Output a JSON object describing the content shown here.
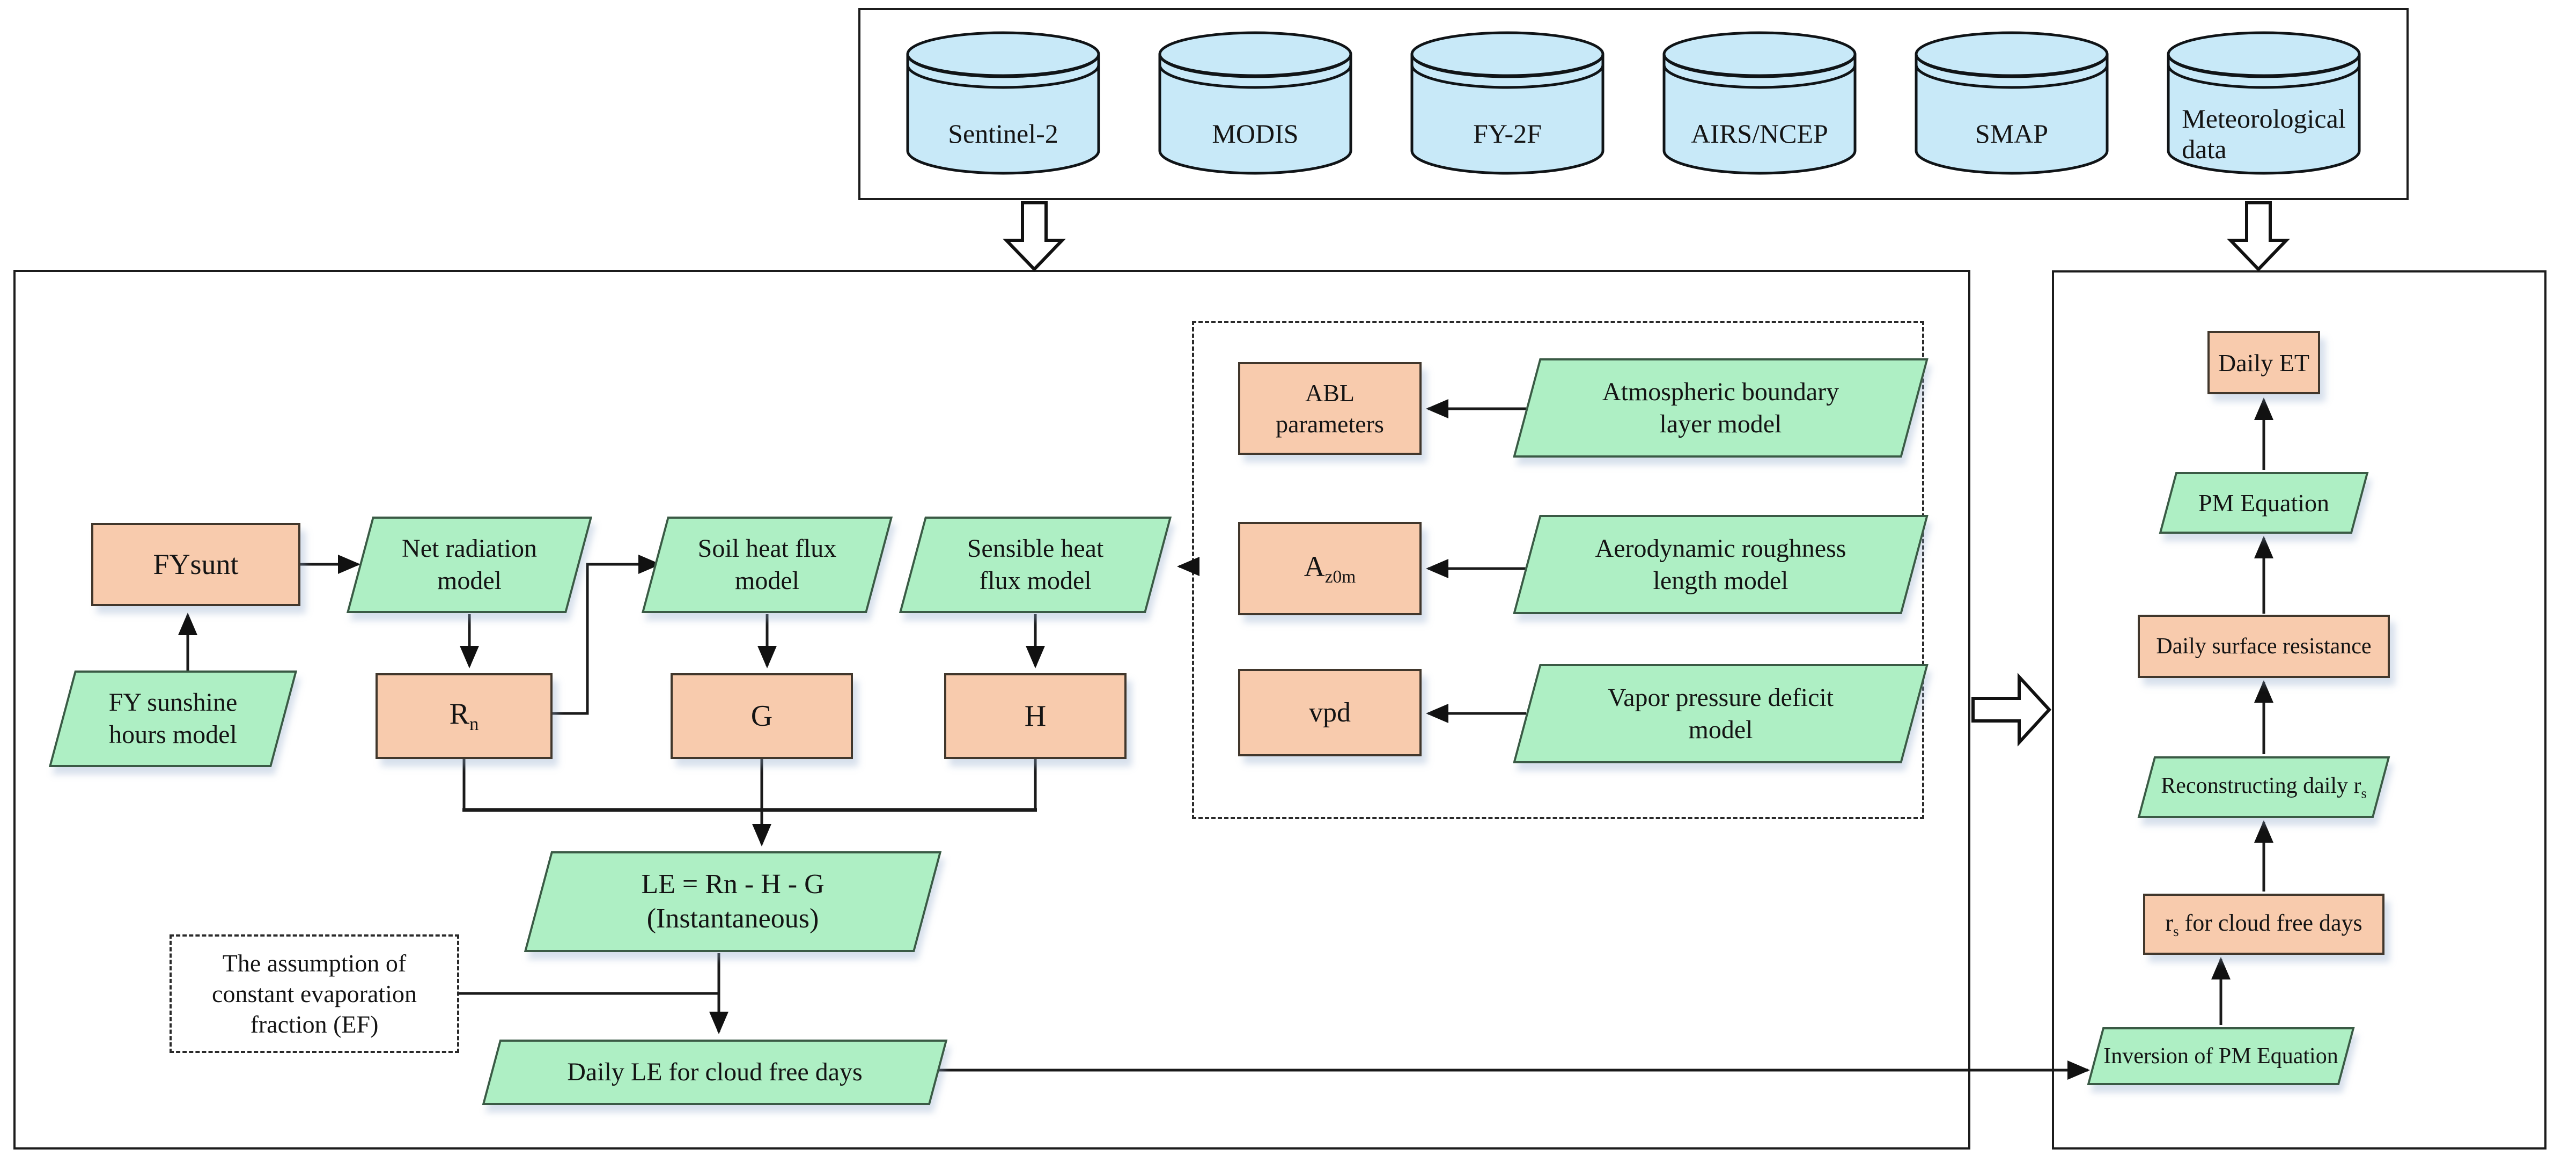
{
  "palette": {
    "cylinder_fill": "#c8e9f8",
    "process_fill": "#aeefc4",
    "data_fill": "#f8cbad",
    "line_color": "#1a1a1a"
  },
  "datasets": {
    "items": [
      {
        "label": "Sentinel-2"
      },
      {
        "label": "MODIS"
      },
      {
        "label": "FY-2F"
      },
      {
        "label": "AIRS/NCEP"
      },
      {
        "label": "SMAP"
      },
      {
        "label": "Meteorological\ndata"
      }
    ]
  },
  "left_panel": {
    "fysunt": "FYsunt",
    "fy_sunshine": "FY sunshine\nhours model",
    "net_radiation": "Net radiation\nmodel",
    "rn": {
      "t1": "R",
      "sub": "n"
    },
    "soil_heat": "Soil heat flux\nmodel",
    "g": "G",
    "sensible_heat": "Sensible heat\nflux model",
    "h": "H",
    "le": "LE = Rn - H - G\n(Instantaneous)",
    "ef_assumption": "The assumption of\nconstant evaporation\nfraction (EF)",
    "daily_le": "Daily LE for cloud free days"
  },
  "dashed_group": {
    "abl": "ABL\nparameters",
    "abl_model": "Atmospheric boundary\nlayer model",
    "az0m": {
      "t1": "A",
      "sub": "z0m"
    },
    "aero_model": "Aerodynamic roughness\nlength model",
    "vpd": "vpd",
    "vpd_model": "Vapor pressure deficit\nmodel"
  },
  "right_panel": {
    "daily_et": "Daily ET",
    "pm_equation": "PM Equation",
    "daily_surface_resistance": "Daily surface resistance",
    "reconstructing": {
      "t1": "Reconstructing daily r",
      "sub": "s"
    },
    "rs_cloud_free": {
      "t1": "r",
      "sub": "s",
      "t2": " for cloud free days"
    },
    "inversion": "Inversion of PM Equation"
  }
}
